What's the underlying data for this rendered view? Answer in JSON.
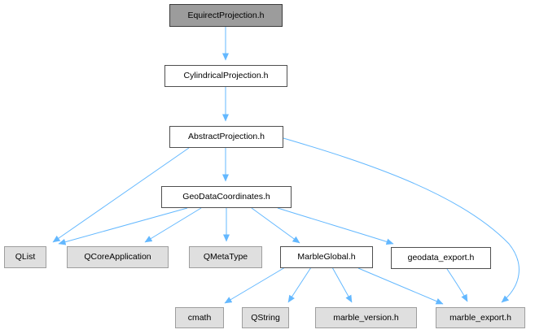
{
  "diagram": {
    "type": "include-dependency-graph",
    "colors": {
      "background": "#ffffff",
      "text": "#000000",
      "edge": "#63b8ff",
      "node_current_fill": "#9c9c9c",
      "node_current_border": "#3c3c3c",
      "node_linked_fill": "#ffffff",
      "node_linked_border": "#4f4f4f",
      "node_external_fill": "#dfdfdf",
      "node_external_border": "#9e9e9e"
    },
    "nodes": [
      {
        "label": "EquirectProjection.h",
        "type": "current"
      },
      {
        "label": "CylindricalProjection.h",
        "type": "linked"
      },
      {
        "label": "AbstractProjection.h",
        "type": "linked"
      },
      {
        "label": "GeoDataCoordinates.h",
        "type": "linked"
      },
      {
        "label": "QList",
        "type": "external"
      },
      {
        "label": "QCoreApplication",
        "type": "external"
      },
      {
        "label": "QMetaType",
        "type": "external"
      },
      {
        "label": "MarbleGlobal.h",
        "type": "linked"
      },
      {
        "label": "geodata_export.h",
        "type": "linked"
      },
      {
        "label": "cmath",
        "type": "external"
      },
      {
        "label": "QString",
        "type": "external"
      },
      {
        "label": "marble_version.h",
        "type": "external"
      },
      {
        "label": "marble_export.h",
        "type": "external"
      }
    ],
    "edges": [
      {
        "from": "EquirectProjection.h",
        "to": "CylindricalProjection.h"
      },
      {
        "from": "CylindricalProjection.h",
        "to": "AbstractProjection.h"
      },
      {
        "from": "AbstractProjection.h",
        "to": "GeoDataCoordinates.h"
      },
      {
        "from": "AbstractProjection.h",
        "to": "QList"
      },
      {
        "from": "AbstractProjection.h",
        "to": "marble_export.h"
      },
      {
        "from": "GeoDataCoordinates.h",
        "to": "QList"
      },
      {
        "from": "GeoDataCoordinates.h",
        "to": "QCoreApplication"
      },
      {
        "from": "GeoDataCoordinates.h",
        "to": "QMetaType"
      },
      {
        "from": "GeoDataCoordinates.h",
        "to": "MarbleGlobal.h"
      },
      {
        "from": "GeoDataCoordinates.h",
        "to": "geodata_export.h"
      },
      {
        "from": "MarbleGlobal.h",
        "to": "cmath"
      },
      {
        "from": "MarbleGlobal.h",
        "to": "QString"
      },
      {
        "from": "MarbleGlobal.h",
        "to": "marble_version.h"
      },
      {
        "from": "MarbleGlobal.h",
        "to": "marble_export.h"
      },
      {
        "from": "geodata_export.h",
        "to": "marble_export.h"
      }
    ]
  }
}
